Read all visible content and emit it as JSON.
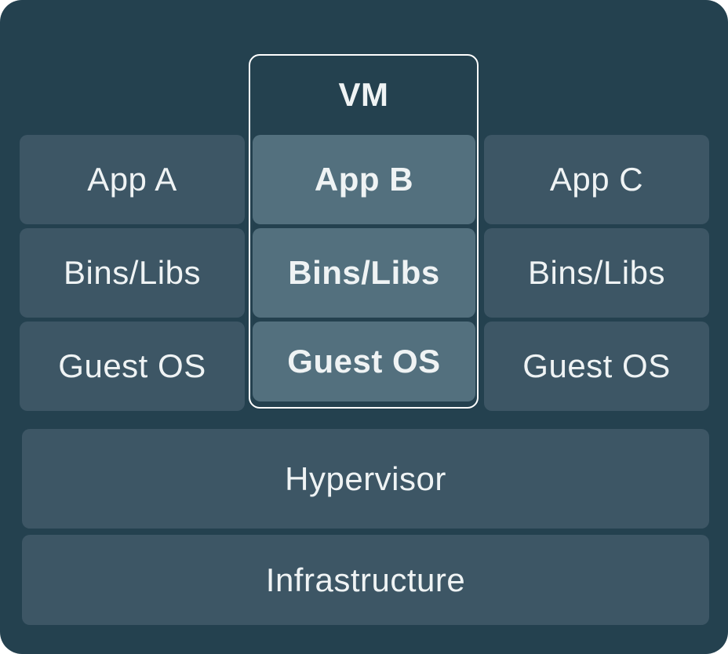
{
  "diagram": {
    "vm": {
      "label": "VM",
      "cells": [
        "App B",
        "Bins/Libs",
        "Guest OS"
      ]
    },
    "left": [
      "App A",
      "Bins/Libs",
      "Guest OS"
    ],
    "right": [
      "App C",
      "Bins/Libs",
      "Guest OS"
    ],
    "layers": [
      "Hypervisor",
      "Infrastructure"
    ],
    "colors": {
      "background": "#24414f",
      "cell": "#3d5665",
      "vm_cell": "#53707e",
      "vm_border": "#ffffff",
      "text": "#eff3f4"
    }
  }
}
